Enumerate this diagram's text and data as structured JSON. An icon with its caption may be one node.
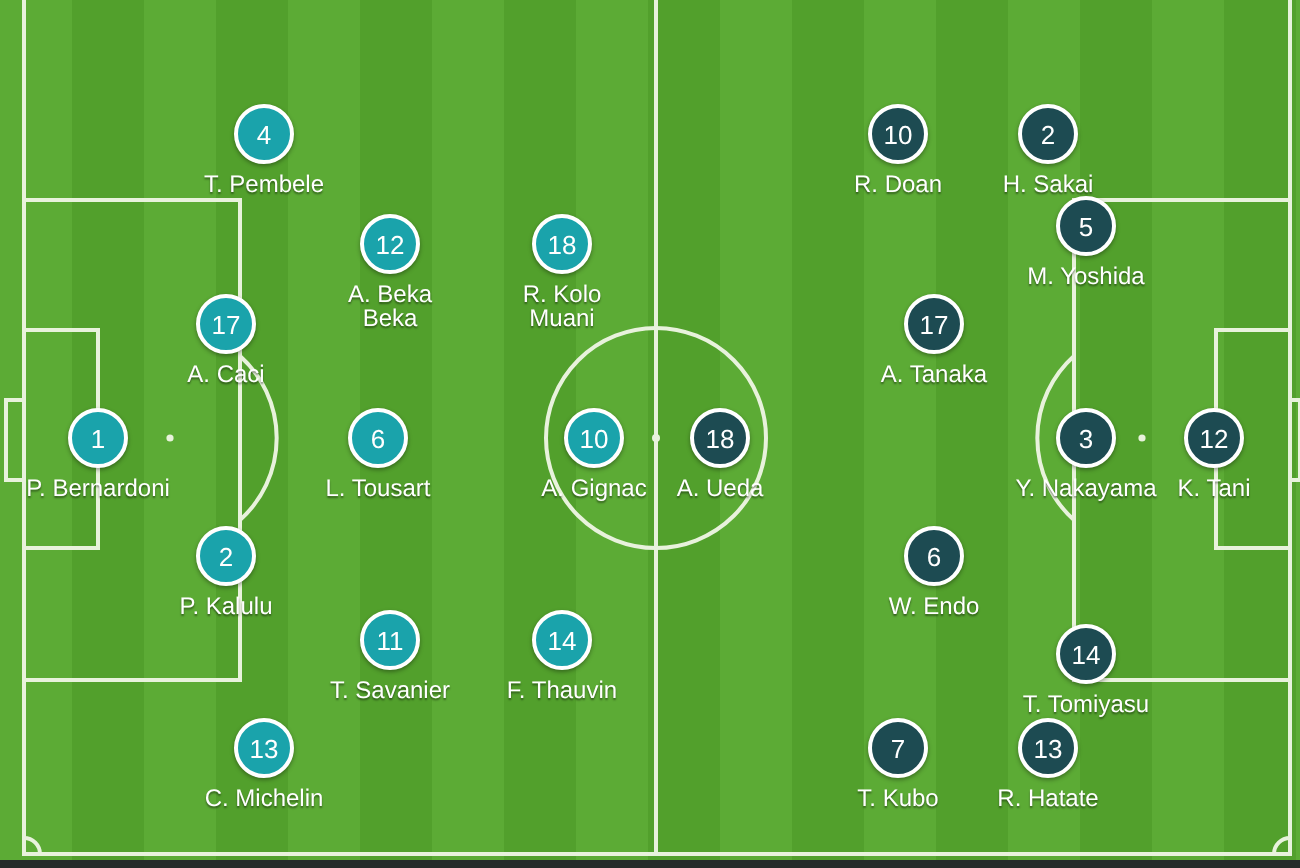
{
  "diagram": {
    "nodes": [
      {
        "text": [
          "4"
        ],
        "beside": [
          "T. Pembele"
        ]
      },
      {
        "text": [
          "12"
        ],
        "beside": [
          "A. Beka Beka"
        ]
      },
      {
        "text": [
          "18"
        ],
        "beside": [
          "R. Kolo Muani"
        ]
      },
      {
        "text": [
          "17"
        ],
        "beside": [
          "A. Caci"
        ]
      },
      {
        "text": [
          "1"
        ],
        "beside": [
          "P. Bernardoni"
        ]
      },
      {
        "text": [
          "6"
        ],
        "beside": [
          "L. Tousart"
        ]
      },
      {
        "text": [
          "10"
        ],
        "beside": [
          "A. Gignac"
        ]
      },
      {
        "text": [
          "2"
        ],
        "beside": [
          "P. Kalulu"
        ]
      },
      {
        "text": [
          "11"
        ],
        "beside": [
          "T. Savanier"
        ]
      },
      {
        "text": [
          "14"
        ],
        "beside": [
          "F. Thauvin"
        ]
      },
      {
        "text": [
          "13"
        ],
        "beside": [
          "C. Michelin"
        ]
      },
      {
        "text": [
          "10"
        ],
        "beside": [
          "R. Doan"
        ]
      },
      {
        "text": [
          "2"
        ],
        "beside": [
          "H. Sakai"
        ]
      },
      {
        "text": [
          "5"
        ],
        "beside": [
          "M. Yoshida"
        ]
      },
      {
        "text": [
          "17"
        ],
        "beside": [
          "A. Tanaka"
        ]
      },
      {
        "text": [
          "18"
        ],
        "beside": [
          "A. Ueda"
        ]
      },
      {
        "text": [
          "3"
        ],
        "beside": [
          "Y. Nakayama"
        ]
      },
      {
        "text": [
          "12"
        ],
        "beside": [
          "K. Tani"
        ]
      },
      {
        "text": [
          "6"
        ],
        "beside": [
          "W. Endo"
        ]
      },
      {
        "text": [
          "14"
        ],
        "beside": [
          "T. Tomiyasu"
        ]
      },
      {
        "text": [
          "7"
        ],
        "beside": [
          "T. Kubo"
        ]
      },
      {
        "text": [
          "13"
        ],
        "beside": [
          "R. Hatate"
        ]
      }
    ]
  }
}
